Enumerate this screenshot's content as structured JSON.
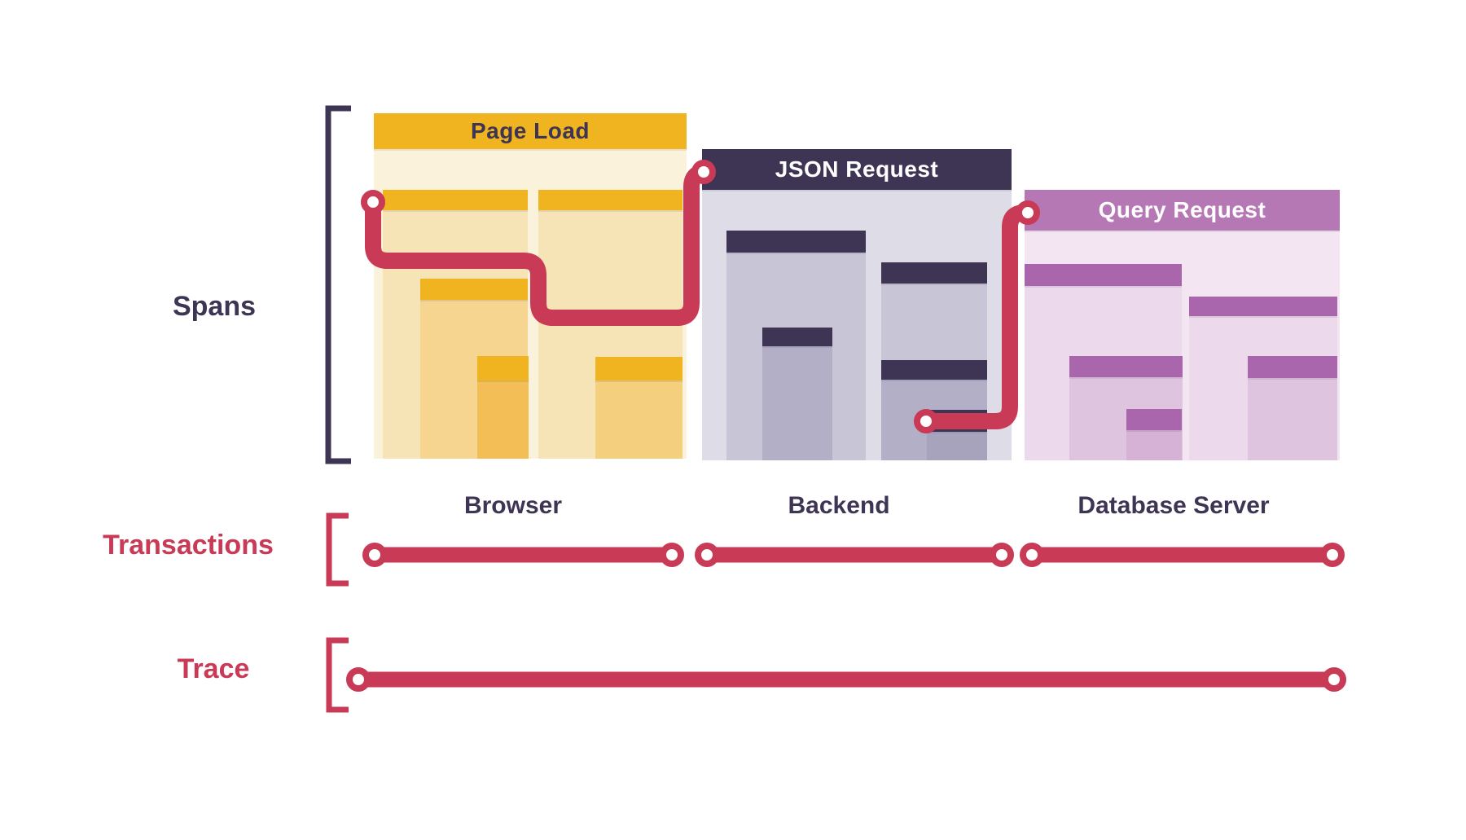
{
  "colors": {
    "background": "#FFFFFF",
    "navy": "#3E3554",
    "crimson": "#C83A55",
    "amber": "#EFB41F",
    "amber_l1": "#FBF2DB",
    "amber_l2": "#F7E4B6",
    "amber_l3": "#F5D58F",
    "amber_l3b": "#F4D07E",
    "amber_l4": "#F2BE55",
    "navy_l1": "#DEDCE6",
    "navy_l2": "#C8C5D6",
    "navy_l3": "#B3AFC7",
    "navy_l4": "#A8A3BD",
    "purple": "#B677B5",
    "purple_header": "#A966AC",
    "purple_l1": "#F3E6F2",
    "purple_l2": "#ECD9EB",
    "purple_l3": "#DFC4DF",
    "purple_l4": "#D5B2D6",
    "white": "#FFFFFF"
  },
  "rows": {
    "spans_label": "Spans",
    "transactions_label": "Transactions",
    "trace_label": "Trace"
  },
  "panels": [
    {
      "title": "Page Load",
      "service": "Browser"
    },
    {
      "title": "JSON Request",
      "service": "Backend"
    },
    {
      "title": "Query Request",
      "service": "Database Server"
    }
  ]
}
